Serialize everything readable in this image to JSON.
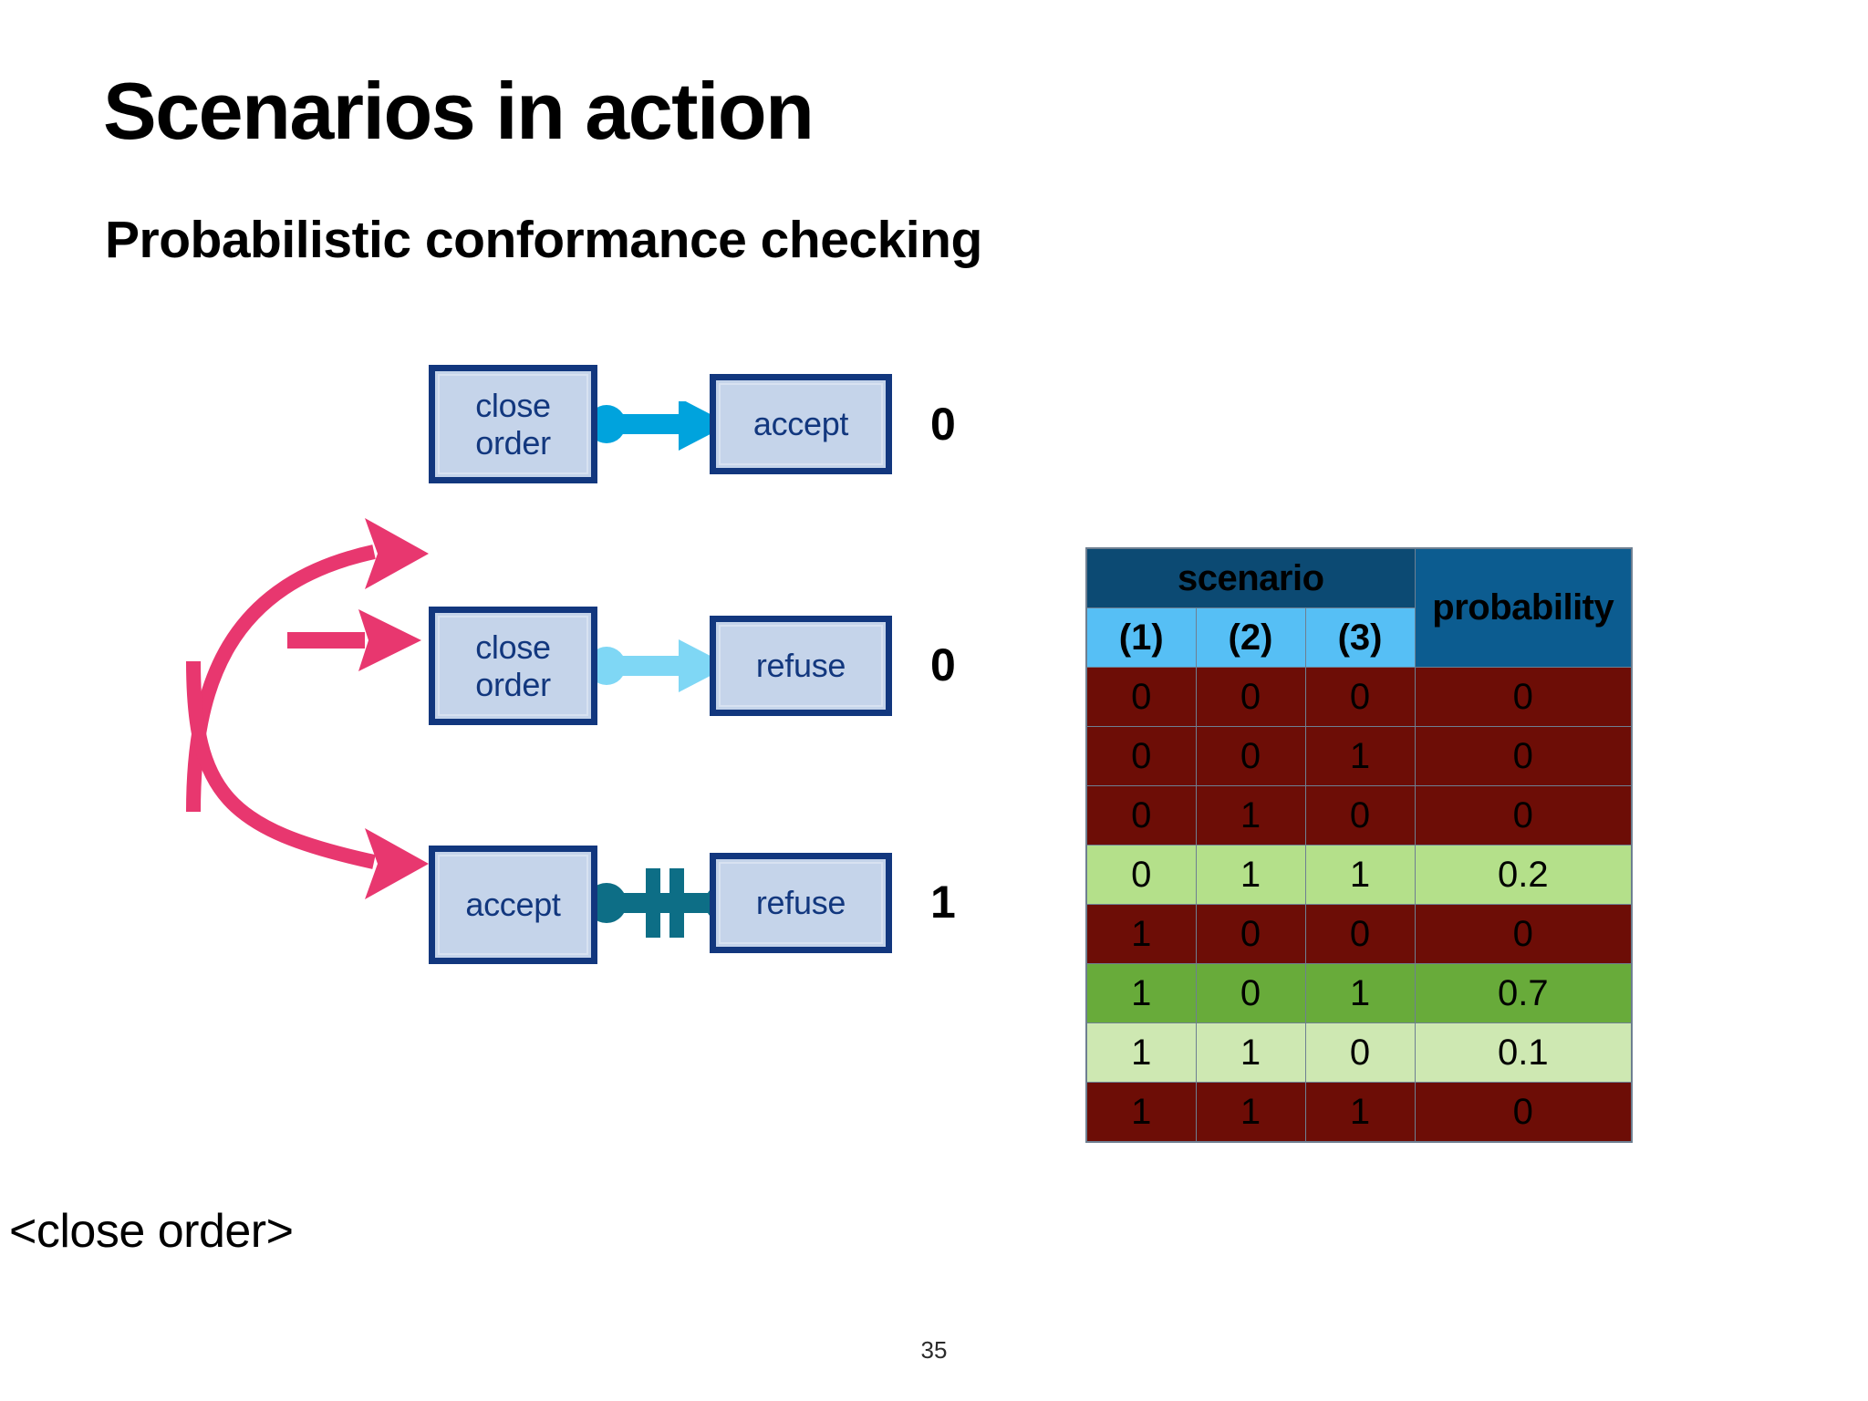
{
  "slide": {
    "title": "Scenarios in action",
    "subtitle": "Probabilistic conformance checking",
    "page_number": "35"
  },
  "diagram": {
    "event_label": "<close order>",
    "rows": [
      {
        "source": "close\norder",
        "source_line1": "close",
        "source_line2": "order",
        "target": "accept",
        "connector": "arrow-dot-solid",
        "connector_color": "#00a3dd",
        "verdict": "0"
      },
      {
        "source_line1": "close",
        "source_line2": "order",
        "target": "refuse",
        "connector": "arrow-dot-light",
        "connector_color": "#7fd7f5",
        "verdict": "0"
      },
      {
        "source_line1": "accept",
        "source_line2": "",
        "target": "refuse",
        "connector": "dot-doublebar-dot",
        "connector_color": "#0d6e86",
        "verdict": "1"
      }
    ],
    "branch_arrow_color": "#e8376f"
  },
  "table": {
    "group_header": "scenario",
    "probability_header": "probability",
    "sub_headers": [
      "(1)",
      "(2)",
      "(3)"
    ],
    "rows": [
      {
        "s1": "0",
        "s2": "0",
        "s3": "0",
        "probability": "0",
        "state": "red"
      },
      {
        "s1": "0",
        "s2": "0",
        "s3": "1",
        "probability": "0",
        "state": "red"
      },
      {
        "s1": "0",
        "s2": "1",
        "s3": "0",
        "probability": "0",
        "state": "red"
      },
      {
        "s1": "0",
        "s2": "1",
        "s3": "1",
        "probability": "0.2",
        "state": "green1"
      },
      {
        "s1": "1",
        "s2": "0",
        "s3": "0",
        "probability": "0",
        "state": "red"
      },
      {
        "s1": "1",
        "s2": "0",
        "s3": "1",
        "probability": "0.7",
        "state": "green2"
      },
      {
        "s1": "1",
        "s2": "1",
        "s3": "0",
        "probability": "0.1",
        "state": "green3"
      },
      {
        "s1": "1",
        "s2": "1",
        "s3": "1",
        "probability": "0",
        "state": "red"
      }
    ],
    "colors": {
      "group_header_bg": "#0c4a73",
      "probability_header_bg": "#0c5c90",
      "sub_header_bg": "#56bff5",
      "zero_row_bg": "#6d0d06",
      "green_light_bg": "#b4e08a",
      "green_mid_bg": "#68ab3a",
      "green_pale_bg": "#cee8b2",
      "grid_line": "#6e7f91"
    }
  }
}
